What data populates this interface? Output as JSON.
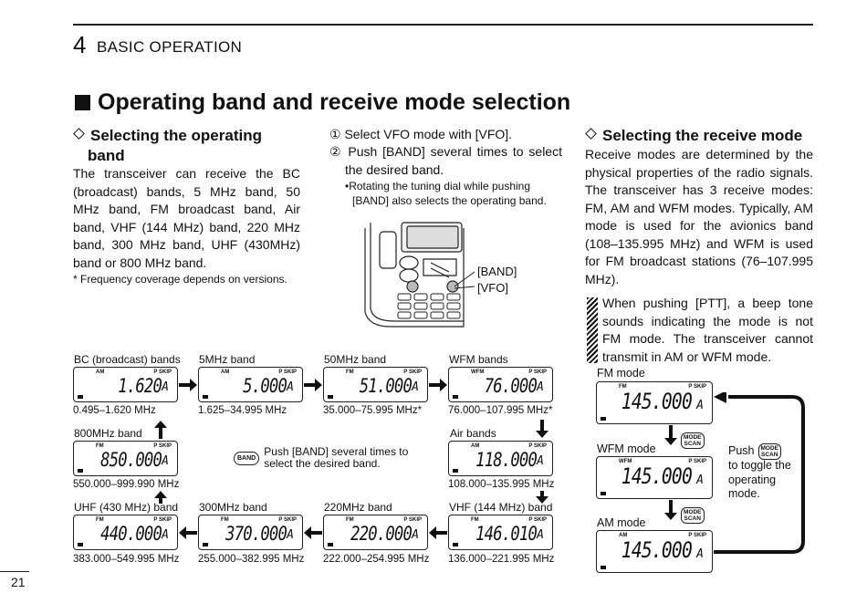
{
  "header": {
    "chapter_number": "4",
    "chapter_title": "BASIC OPERATION"
  },
  "section_title": "Operating band and receive mode selection",
  "left_col": {
    "heading_line1": "Selecting the operating",
    "heading_line2": "band",
    "body": "The transceiver can receive the BC (broadcast) bands, 5 MHz band, 50 MHz band, FM broadcast band, Air band, VHF (144 MHz) band, 220 MHz band, 300 MHz band, UHF (430MHz) band or 800 MHz band.",
    "footnote": "Frequency coverage depends on versions."
  },
  "mid_col": {
    "step1_num": "①",
    "step1": "Select VFO mode with [VFO].",
    "step2_num": "②",
    "step2": "Push [BAND] several times to select the desired band.",
    "bullet": "Rotating the tuning dial while pushing [BAND] also selects the operating band.",
    "label_band": "[BAND]",
    "label_vfo": "[VFO]"
  },
  "right_col": {
    "heading": "Selecting the receive mode",
    "body": "Receive modes are determined by the physical properties of the radio signals. The transceiver has 3 receive modes: FM, AM and WFM modes. Typically, AM mode is used for the avionics band (108–135.995 MHz) and WFM is used for FM broadcast stations (76–107.995 MHz).",
    "note": "When pushing [PTT], a beep tone sounds indicating the mode is not FM mode. The transceiver cannot transmit in AM or WFM mode."
  },
  "band_flow": {
    "bc": {
      "label": "BC (broadcast) bands",
      "mode": "AM",
      "digits": "1.620",
      "range": "0.495–1.620 MHz"
    },
    "b5": {
      "label": "5MHz band",
      "mode": "AM",
      "digits": "5.000",
      "range": "1.625–34.995 MHz"
    },
    "b50": {
      "label": "50MHz band",
      "mode": "FM",
      "digits": "51.000",
      "range": "35.000–75.995 MHz*"
    },
    "wfm": {
      "label": "WFM bands",
      "mode": "WFM",
      "digits": "76.000",
      "range": "76.000–107.995 MHz*"
    },
    "air": {
      "label": "Air bands",
      "mode": "AM",
      "digits": "118.000",
      "range": "108.000–135.995 MHz"
    },
    "vhf": {
      "label": "VHF (144 MHz) band",
      "mode": "FM",
      "digits": "146.010",
      "range": "136.000–221.995 MHz"
    },
    "b220": {
      "label": "220MHz band",
      "mode": "FM",
      "digits": "220.000",
      "range": "222.000–254.995 MHz"
    },
    "b300": {
      "label": "300MHz band",
      "mode": "FM",
      "digits": "370.000",
      "range": "255.000–382.995 MHz"
    },
    "uhf": {
      "label": "UHF (430 MHz) band",
      "mode": "FM",
      "digits": "440.000",
      "range": "383.000–549.995 MHz"
    },
    "b800": {
      "label": "800MHz band",
      "mode": "FM",
      "digits": "850.000",
      "range": "550.000–999.990 MHz"
    },
    "center_key": "BAND",
    "center_text_1": "Push [BAND] several times to",
    "center_text_2": "select the desired band."
  },
  "mode_flow": {
    "fm": {
      "label": "FM mode",
      "mode": "FM",
      "digits": "145.000"
    },
    "wfm": {
      "label": "WFM mode",
      "mode": "WFM",
      "digits": "145.000"
    },
    "am": {
      "label": "AM mode",
      "mode": "AM",
      "digits": "145.000"
    },
    "key_line1": "MODE",
    "key_line2": "SCAN",
    "push_word": "Push",
    "toggle_text_1": "to toggle the",
    "toggle_text_2": "operating",
    "toggle_text_3": "mode."
  },
  "lcd_common": {
    "pskip": "P SKIP",
    "a_glyph": "A"
  },
  "footnote_mark": "*",
  "bullet_mark": "•",
  "page_number": "21"
}
